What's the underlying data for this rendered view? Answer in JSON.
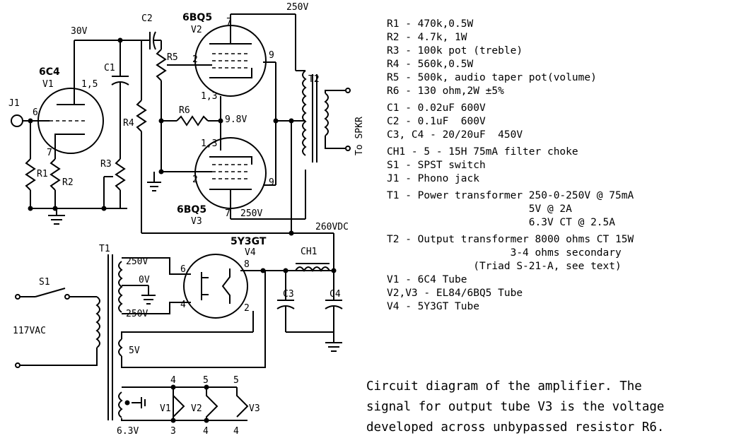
{
  "parts_list": [
    "R1 - 470k,0.5W",
    "R2 - 4.7k, 1W",
    "R3 - 100k pot (treble)",
    "R4 - 560k,0.5W",
    "R5 - 500k, audio taper pot(volume)",
    "R6 - 130 ohm,2W ±5%",
    "C1 - 0.02uF 600V",
    "C2 - 0.1uF  600V",
    "C3, C4 - 20/20uF  450V",
    "CH1 - 5 - 15H 75mA filter choke",
    "S1 - SPST switch",
    "J1 - Phono jack",
    "T1 - Power transformer 250-0-250V @ 75mA",
    "                       5V @ 2A",
    "                       6.3V CT @ 2.5A",
    "T2 - Output transformer 8000 ohms CT 15W",
    "                    3-4 ohms secondary",
    "              (Triad S-21-A, see text)",
    "V1 - 6C4 Tube",
    "V2,V3 - EL84/6BQ5 Tube",
    "V4 - 5Y3GT Tube"
  ],
  "caption": "Circuit diagram of the amplifier.  The\nsignal for output tube V3 is the voltage\ndeveloped across unbypassed resistor R6.",
  "labels": {
    "v1_type": "6C4",
    "v1_ref": "V1",
    "v1_pin15": "1,5",
    "v1_pin6": "6",
    "v1_pin7": "7",
    "j1": "J1",
    "c1": "C1",
    "c2": "C2",
    "r1": "R1",
    "r2": "R2",
    "r3": "R3",
    "r4": "R4",
    "r5": "R5",
    "r6": "R6",
    "v30": "30V",
    "v250top": "250V",
    "v98": "9.8V",
    "v250v3": "250V",
    "v260": "260VDC",
    "v2_type": "6BQ5",
    "v2_ref": "V2",
    "v3_type": "6BQ5",
    "v3_ref": "V3",
    "p7a": "7",
    "p9a": "9",
    "p2a": "2",
    "p13a": "1,3",
    "p13b": "1,3",
    "p2b": "2",
    "p9b": "9",
    "p7b": "7",
    "t2": "T2",
    "spkr": "To SPKR",
    "v4_type": "5Y3GT",
    "v4_ref": "V4",
    "p6": "6",
    "p4": "4",
    "p8": "8",
    "p2c": "2",
    "ch1": "CH1",
    "c3": "C3",
    "c4": "C4",
    "t1": "T1",
    "s1": "S1",
    "vac": "117VAC",
    "sec250a": "250V",
    "sec0v": "0V",
    "sec250b": "250V",
    "sec5v": "5V",
    "sec63": "6.3V",
    "h_v1": "V1",
    "h_v2": "V2",
    "h_v3": "V3",
    "h4a": "4",
    "h5a": "5",
    "h5b": "5",
    "h3": "3",
    "h4b": "4",
    "h4c": "4"
  }
}
